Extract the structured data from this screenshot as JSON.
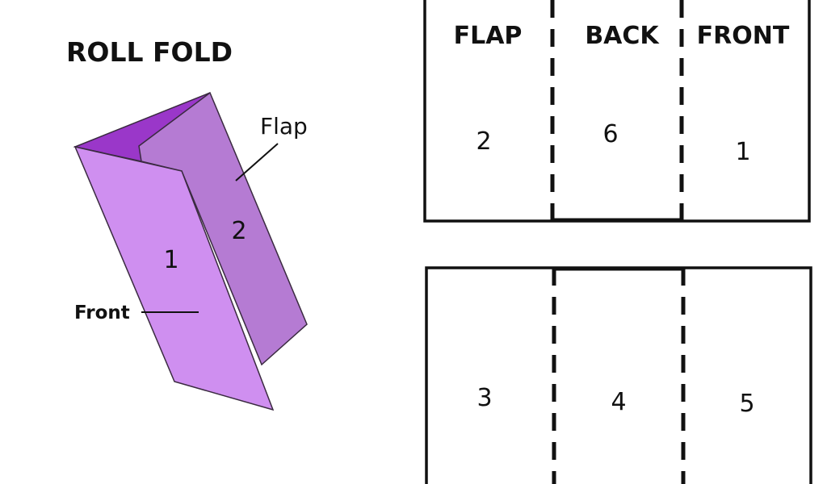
{
  "title": "ROLL FOLD",
  "illustration": {
    "flap_label": "Flap",
    "front_label": "Front",
    "front_panel_number": "1",
    "flap_panel_number": "2",
    "colors": {
      "front": "#cf8ff0",
      "flap": "#b57bd3",
      "inside": "#9a37c9",
      "outline": "#3a2a40"
    }
  },
  "layout_diagram": {
    "headers": [
      "FLAP",
      "BACK",
      "FRONT"
    ],
    "outside_panels": [
      "2",
      "6",
      "1"
    ],
    "inside_panels": [
      "3",
      "4",
      "5"
    ]
  }
}
